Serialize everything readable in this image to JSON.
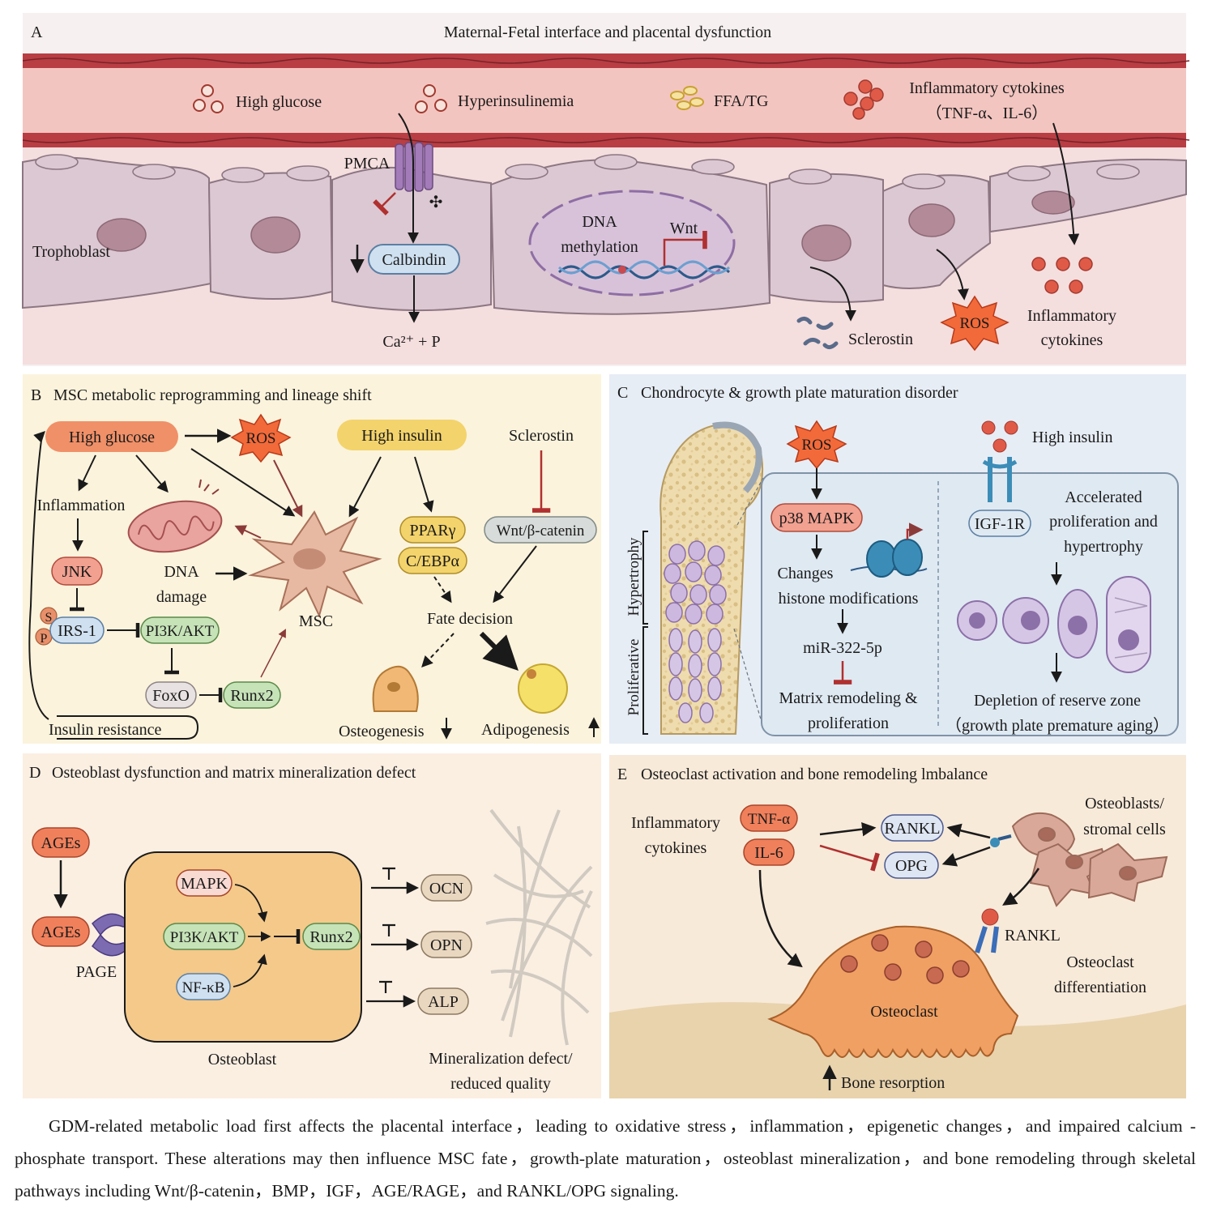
{
  "colors": {
    "vessel": "#c94a4f",
    "placenta_bg": "#f5dede",
    "cell": "#dcc8d2",
    "panel_b_bg": "#fbf3dc",
    "panel_c_bg": "#e7edf5",
    "panel_d_bg": "#fbefe2",
    "panel_e_bg": "#f8ead9",
    "accent_red": "#e0614f",
    "accent_yellow": "#f3d36b",
    "accent_green": "#c6e3b8",
    "accent_blue": "#cfe0f0"
  },
  "panel_a": {
    "letter": "A",
    "title": "Maternal-Fetal interface and placental dysfunction",
    "high_glucose": "High glucose",
    "hyperinsulinemia": "Hyperinsulinemia",
    "ffa": "FFA/TG",
    "cytokines_line1": "Inflammatory cytokines",
    "cytokines_line2": "（TNF-α、IL-6）",
    "pmca": "PMCA",
    "trophoblast": "Trophoblast",
    "calbindin": "Calbindin",
    "ca_p": "Ca²⁺ + P",
    "dna_line1": "DNA",
    "dna_line2": "methylation",
    "wnt": "Wnt",
    "sclerostin": "Sclerostin",
    "ros": "ROS",
    "infl_line1": "Inflammatory",
    "infl_line2": "cytokines"
  },
  "panel_b": {
    "letter": "B",
    "title": "MSC metabolic reprogramming and lineage shift",
    "high_glucose": "High glucose",
    "ros": "ROS",
    "high_insulin": "High insulin",
    "sclerostin": "Sclerostin",
    "inflammation": "Inflammation",
    "jnk": "JNK",
    "dna_line1": "DNA",
    "dna_line2": "damage",
    "msc": "MSC",
    "ppar": "PPARγ",
    "cebp": "C/EBPα",
    "wnt": "Wnt/β-catenin",
    "fate": "Fate decision",
    "s": "S",
    "p": "P",
    "irs1": "IRS-1",
    "pi3k": "PI3K/AKT",
    "foxo": "FoxO",
    "runx2": "Runx2",
    "insulin_resistance": "Insulin resistance",
    "osteogenesis": "Osteogenesis",
    "adipogenesis": "Adipogenesis"
  },
  "panel_c": {
    "letter": "C",
    "title": "Chondrocyte & growth plate maturation disorder",
    "ros": "ROS",
    "high_insulin": "High insulin",
    "p38": "p38 MAPK",
    "igf1r": "IGF-1R",
    "accel_line1": "Accelerated",
    "accel_line2": "proliferation and",
    "accel_line3": "hypertrophy",
    "changes": "Changes",
    "histone": "histone modifications",
    "mir": "miR-322-5p",
    "matrix_line1": "Matrix remodeling &",
    "matrix_line2": "proliferation",
    "depletion_line1": "Depletion of reserve zone",
    "depletion_line2": "（growth plate premature aging）",
    "hypertrophy": "Hypertrophy",
    "proliferative": "Proliferative"
  },
  "panel_d": {
    "letter": "D",
    "title": "Osteoblast dysfunction and matrix mineralization defect",
    "ages1": "AGEs",
    "ages2": "AGEs",
    "page": "PAGE",
    "mapk": "MAPK",
    "pi3k": "PI3K/AKT",
    "nfkb": "NF-κB",
    "runx2": "Runx2",
    "ocn": "OCN",
    "opn": "OPN",
    "alp": "ALP",
    "osteoblast": "Osteoblast",
    "mineral_line1": "Mineralization defect/",
    "mineral_line2": "reduced quality"
  },
  "panel_e": {
    "letter": "E",
    "title": "Osteoclast activation and bone remodeling lmbalance",
    "infl_line1": "Inflammatory",
    "infl_line2": "cytokines",
    "tnf": "TNF-α",
    "il6": "IL-6",
    "rankl_box": "RANKL",
    "opg": "OPG",
    "ob_line1": "Osteoblasts/",
    "ob_line2": "stromal cells",
    "rankl": "RANKL",
    "diff_line1": "Osteoclast",
    "diff_line2": "differentiation",
    "osteoclast": "Osteoclast",
    "resorption": "Bone resorption"
  },
  "caption": "GDM-related metabolic load first affects the placental interface，leading to oxidative stress，inflammation，epigenetic changes，and impaired calcium -phosphate transport. These alterations may then influence MSC fate，growth-plate maturation，osteoblast mineralization，and bone remodeling through skeletal pathways including Wnt/β-catenin，BMP，IGF，AGE/RAGE，and RANKL/OPG signaling."
}
